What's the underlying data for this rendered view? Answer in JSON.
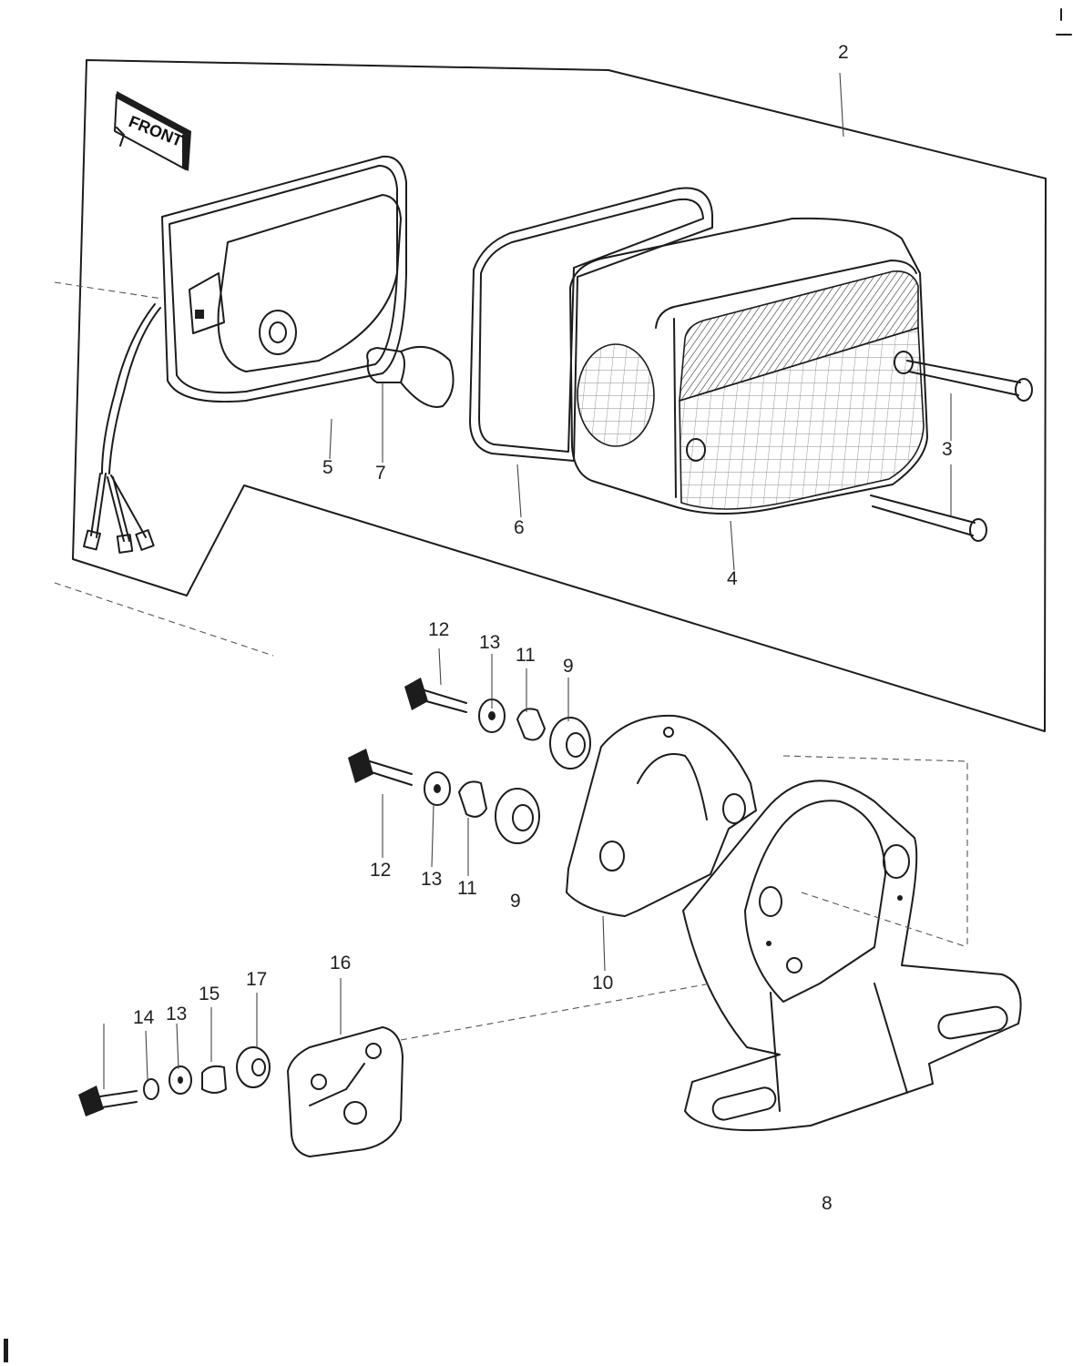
{
  "front_badge": "FRONT",
  "callouts": [
    {
      "id": "c2",
      "text": "2"
    },
    {
      "id": "c5",
      "text": "5"
    },
    {
      "id": "c7",
      "text": "7"
    },
    {
      "id": "c6",
      "text": "6"
    },
    {
      "id": "c3",
      "text": "3"
    },
    {
      "id": "c4",
      "text": "4"
    },
    {
      "id": "c12a",
      "text": "12"
    },
    {
      "id": "c13a",
      "text": "13"
    },
    {
      "id": "c11a",
      "text": "11"
    },
    {
      "id": "c9a",
      "text": "9"
    },
    {
      "id": "c12b",
      "text": "12"
    },
    {
      "id": "c13b",
      "text": "13"
    },
    {
      "id": "c11b",
      "text": "11"
    },
    {
      "id": "c9b",
      "text": "9"
    },
    {
      "id": "c10",
      "text": "10"
    },
    {
      "id": "c16",
      "text": "16"
    },
    {
      "id": "c17",
      "text": "17"
    },
    {
      "id": "c15",
      "text": "15"
    },
    {
      "id": "c14",
      "text": "14"
    },
    {
      "id": "c13c",
      "text": "13"
    },
    {
      "id": "c8",
      "text": "8"
    }
  ],
  "colors": {
    "ink": "#1c1c1c",
    "paper": "#ffffff"
  }
}
